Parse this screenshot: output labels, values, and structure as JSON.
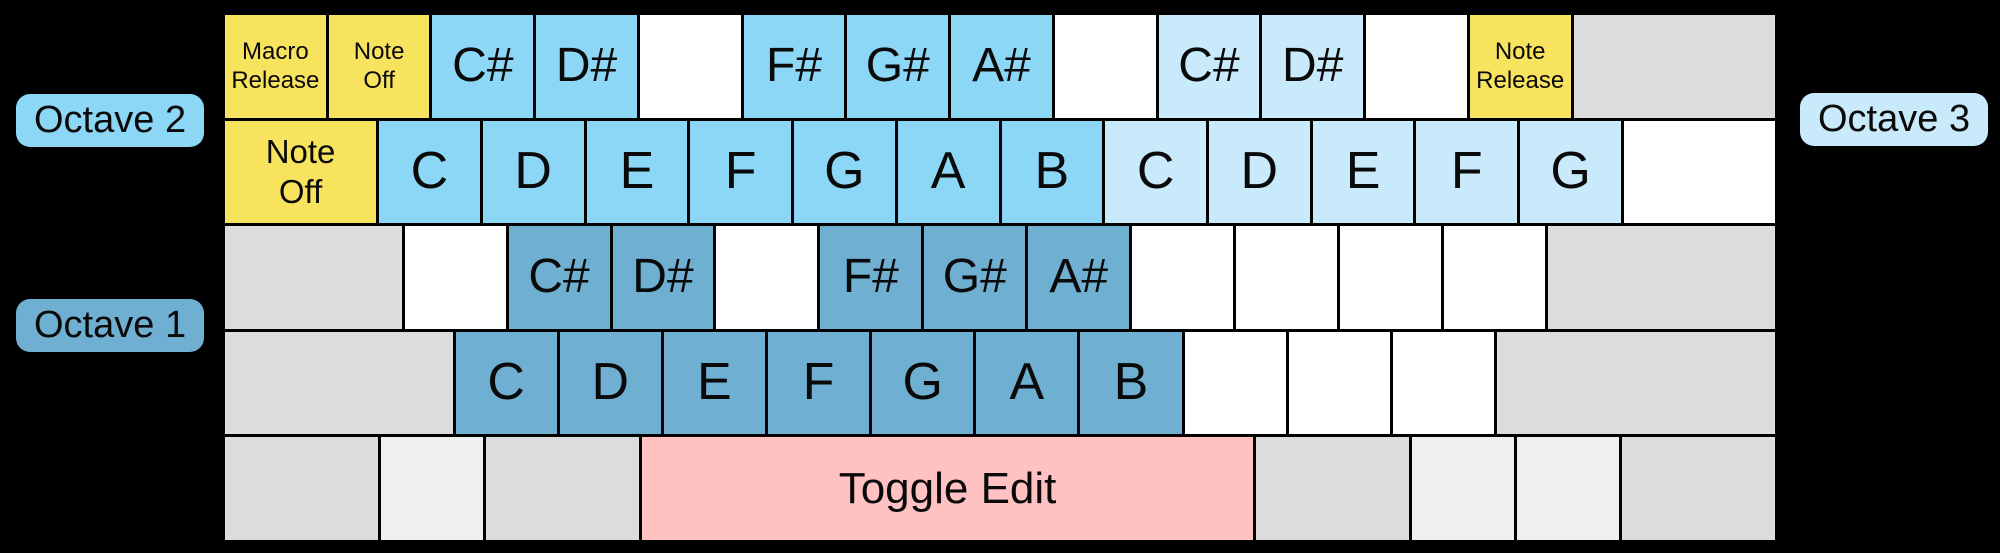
{
  "colors": {
    "background": "#000000",
    "key_text": "#0a0a0a",
    "yellow": "#f8e35f",
    "octave2_blue": "#8dd7f6",
    "octave3_blue": "#c9eafb",
    "octave1_blue": "#6fb0d2",
    "white_key": "#ffffff",
    "gray_key": "#dcdcdc",
    "light_gray_key": "#efefef",
    "pink": "#ffc1c1"
  },
  "labels": {
    "octave1": "Octave 1",
    "octave2": "Octave 2",
    "octave3": "Octave 3"
  },
  "keyboard": {
    "rows": [
      {
        "name": "row-1-number-row",
        "keys": [
          {
            "name": "key-macro-release",
            "label": "Macro\nRelease",
            "type": "yellow",
            "u": 1,
            "fs": "small"
          },
          {
            "name": "key-note-off",
            "label": "Note\nOff",
            "type": "yellow",
            "u": 1,
            "fs": "small"
          },
          {
            "name": "key-note-c-sharp-2",
            "label": "C#",
            "type": "octave2",
            "u": 1,
            "fs": "sharp"
          },
          {
            "name": "key-note-d-sharp-2",
            "label": "D#",
            "type": "octave2",
            "u": 1,
            "fs": "sharp"
          },
          {
            "name": "key-blank",
            "label": "",
            "type": "white",
            "u": 1
          },
          {
            "name": "key-note-f-sharp-2",
            "label": "F#",
            "type": "octave2",
            "u": 1,
            "fs": "sharp"
          },
          {
            "name": "key-note-g-sharp-2",
            "label": "G#",
            "type": "octave2",
            "u": 1,
            "fs": "sharp"
          },
          {
            "name": "key-note-a-sharp-2",
            "label": "A#",
            "type": "octave2",
            "u": 1,
            "fs": "sharp"
          },
          {
            "name": "key-blank",
            "label": "",
            "type": "white",
            "u": 1
          },
          {
            "name": "key-note-c-sharp-3",
            "label": "C#",
            "type": "octave3",
            "u": 1,
            "fs": "sharp"
          },
          {
            "name": "key-note-d-sharp-3",
            "label": "D#",
            "type": "octave3",
            "u": 1,
            "fs": "sharp"
          },
          {
            "name": "key-blank",
            "label": "",
            "type": "white",
            "u": 1
          },
          {
            "name": "key-note-release",
            "label": "Note\nRelease",
            "type": "yellow",
            "u": 1,
            "fs": "small"
          },
          {
            "name": "key-blank-gray",
            "label": "",
            "type": "gray",
            "u": 2
          }
        ]
      },
      {
        "name": "row-2-qwerty-row",
        "keys": [
          {
            "name": "key-note-off-tab",
            "label": "Note\nOff",
            "type": "yellow",
            "u": 1.5,
            "fs": "tab"
          },
          {
            "name": "key-note-c-2",
            "label": "C",
            "type": "octave2",
            "u": 1,
            "fs": "note"
          },
          {
            "name": "key-note-d-2",
            "label": "D",
            "type": "octave2",
            "u": 1,
            "fs": "note"
          },
          {
            "name": "key-note-e-2",
            "label": "E",
            "type": "octave2",
            "u": 1,
            "fs": "note"
          },
          {
            "name": "key-note-f-2",
            "label": "F",
            "type": "octave2",
            "u": 1,
            "fs": "note"
          },
          {
            "name": "key-note-g-2",
            "label": "G",
            "type": "octave2",
            "u": 1,
            "fs": "note"
          },
          {
            "name": "key-note-a-2",
            "label": "A",
            "type": "octave2",
            "u": 1,
            "fs": "note"
          },
          {
            "name": "key-note-b-2",
            "label": "B",
            "type": "octave2",
            "u": 1,
            "fs": "note"
          },
          {
            "name": "key-note-c-3",
            "label": "C",
            "type": "octave3",
            "u": 1,
            "fs": "note"
          },
          {
            "name": "key-note-d-3",
            "label": "D",
            "type": "octave3",
            "u": 1,
            "fs": "note"
          },
          {
            "name": "key-note-e-3",
            "label": "E",
            "type": "octave3",
            "u": 1,
            "fs": "note"
          },
          {
            "name": "key-note-f-3",
            "label": "F",
            "type": "octave3",
            "u": 1,
            "fs": "note"
          },
          {
            "name": "key-note-g-3",
            "label": "G",
            "type": "octave3",
            "u": 1,
            "fs": "note"
          },
          {
            "name": "key-blank-wide",
            "label": "",
            "type": "white",
            "u": 1.5
          }
        ]
      },
      {
        "name": "row-3-home-row",
        "keys": [
          {
            "name": "key-blank-gray",
            "label": "",
            "type": "gray",
            "u": 1.75
          },
          {
            "name": "key-blank",
            "label": "",
            "type": "white",
            "u": 1
          },
          {
            "name": "key-note-c-sharp-1",
            "label": "C#",
            "type": "octave1",
            "u": 1,
            "fs": "sharp"
          },
          {
            "name": "key-note-d-sharp-1",
            "label": "D#",
            "type": "octave1",
            "u": 1,
            "fs": "sharp"
          },
          {
            "name": "key-blank",
            "label": "",
            "type": "white",
            "u": 1
          },
          {
            "name": "key-note-f-sharp-1",
            "label": "F#",
            "type": "octave1",
            "u": 1,
            "fs": "sharp"
          },
          {
            "name": "key-note-g-sharp-1",
            "label": "G#",
            "type": "octave1",
            "u": 1,
            "fs": "sharp"
          },
          {
            "name": "key-note-a-sharp-1",
            "label": "A#",
            "type": "octave1",
            "u": 1,
            "fs": "sharp"
          },
          {
            "name": "key-blank",
            "label": "",
            "type": "white",
            "u": 1
          },
          {
            "name": "key-blank",
            "label": "",
            "type": "white",
            "u": 1
          },
          {
            "name": "key-blank",
            "label": "",
            "type": "white",
            "u": 1
          },
          {
            "name": "key-blank",
            "label": "",
            "type": "white",
            "u": 1
          },
          {
            "name": "key-blank-gray",
            "label": "",
            "type": "gray",
            "u": 2.25
          }
        ]
      },
      {
        "name": "row-4-bottom-letter-row",
        "keys": [
          {
            "name": "key-blank-gray",
            "label": "",
            "type": "gray",
            "u": 2.25
          },
          {
            "name": "key-note-c-1",
            "label": "C",
            "type": "octave1",
            "u": 1,
            "fs": "note"
          },
          {
            "name": "key-note-d-1",
            "label": "D",
            "type": "octave1",
            "u": 1,
            "fs": "note"
          },
          {
            "name": "key-note-e-1",
            "label": "E",
            "type": "octave1",
            "u": 1,
            "fs": "note"
          },
          {
            "name": "key-note-f-1",
            "label": "F",
            "type": "octave1",
            "u": 1,
            "fs": "note"
          },
          {
            "name": "key-note-g-1",
            "label": "G",
            "type": "octave1",
            "u": 1,
            "fs": "note"
          },
          {
            "name": "key-note-a-1",
            "label": "A",
            "type": "octave1",
            "u": 1,
            "fs": "note"
          },
          {
            "name": "key-note-b-1",
            "label": "B",
            "type": "octave1",
            "u": 1,
            "fs": "note"
          },
          {
            "name": "key-blank",
            "label": "",
            "type": "white",
            "u": 1
          },
          {
            "name": "key-blank",
            "label": "",
            "type": "white",
            "u": 1
          },
          {
            "name": "key-blank",
            "label": "",
            "type": "white",
            "u": 1
          },
          {
            "name": "key-blank-gray",
            "label": "",
            "type": "gray",
            "u": 2.75
          }
        ]
      },
      {
        "name": "row-5-space-row",
        "keys": [
          {
            "name": "key-blank-gray",
            "label": "",
            "type": "gray",
            "u": 1.5
          },
          {
            "name": "key-blank-lightgray",
            "label": "",
            "type": "lightgray",
            "u": 1
          },
          {
            "name": "key-blank-gray",
            "label": "",
            "type": "gray",
            "u": 1.5
          },
          {
            "name": "key-toggle-edit",
            "label": "Toggle Edit",
            "type": "pink",
            "u": 6,
            "fs": "space"
          },
          {
            "name": "key-blank-gray",
            "label": "",
            "type": "gray",
            "u": 1.5
          },
          {
            "name": "key-blank-lightgray",
            "label": "",
            "type": "lightgray",
            "u": 1
          },
          {
            "name": "key-blank-lightgray",
            "label": "",
            "type": "lightgray",
            "u": 1
          },
          {
            "name": "key-blank-gray",
            "label": "",
            "type": "gray",
            "u": 1.5
          }
        ]
      }
    ]
  }
}
